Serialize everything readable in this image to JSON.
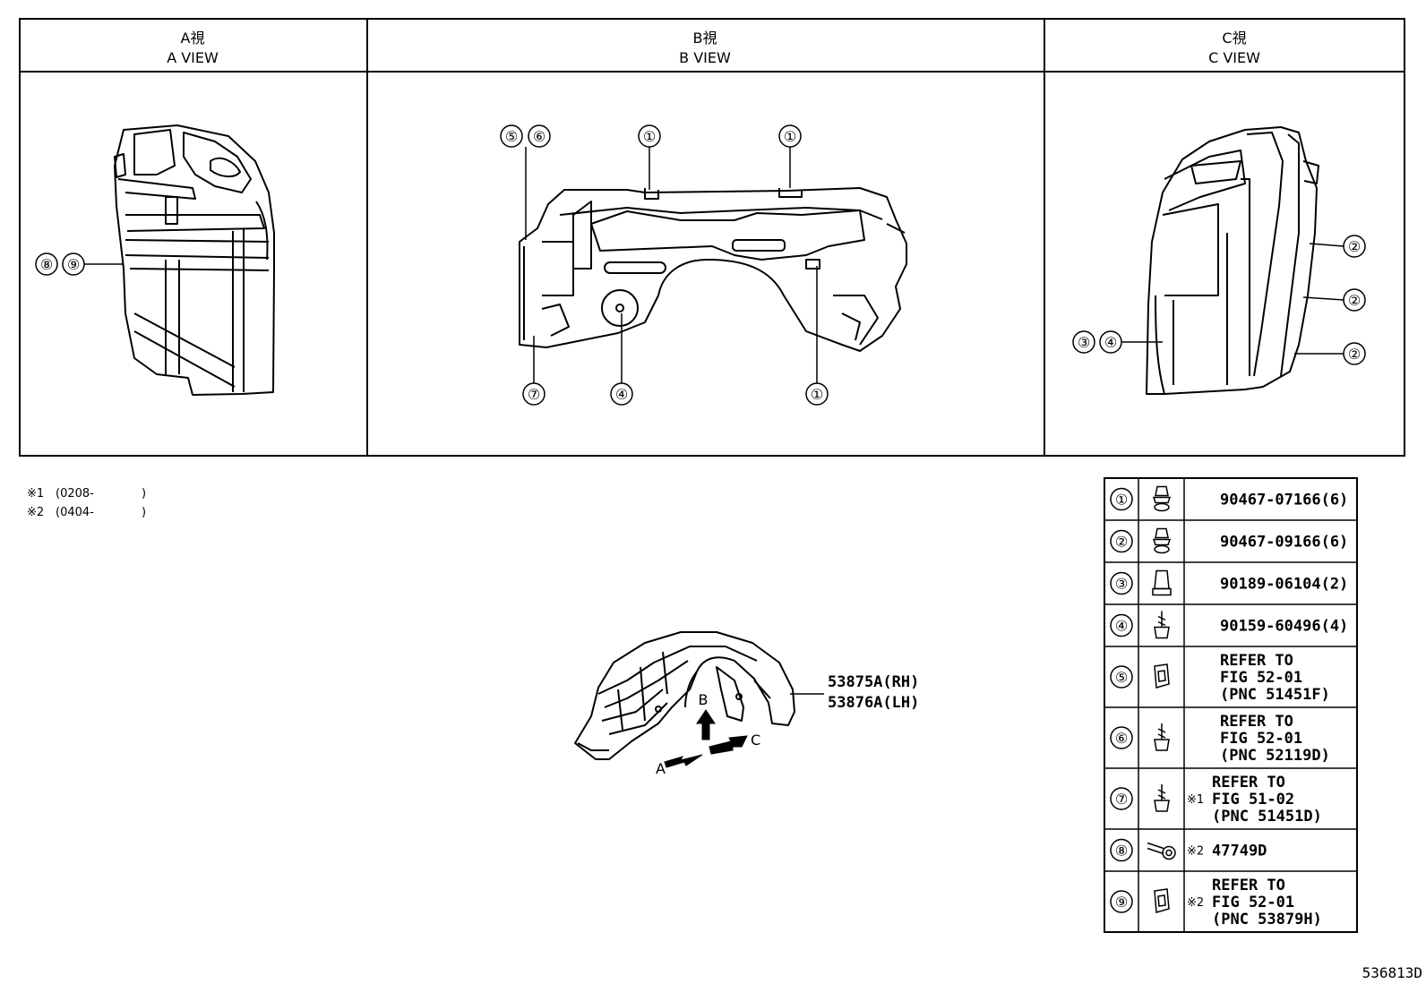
{
  "views": [
    {
      "kanji": "A視",
      "label": "A VIEW"
    },
    {
      "kanji": "B視",
      "label": "B VIEW"
    },
    {
      "kanji": "C視",
      "label": "C VIEW"
    }
  ],
  "callouts": {
    "a_view": [
      "⑧",
      "⑨"
    ],
    "b_view_top": [
      "⑤",
      "⑥",
      "①",
      "①"
    ],
    "b_view_bottom": [
      "⑦",
      "④",
      "①"
    ],
    "c_view_right": [
      "②",
      "②",
      "②"
    ],
    "c_view_left": [
      "③",
      "④"
    ]
  },
  "notes": [
    {
      "mark": "※1",
      "text": "(0208-",
      "close": ")"
    },
    {
      "mark": "※2",
      "text": "(0404-",
      "close": ")"
    }
  ],
  "main_part": {
    "rh": "53875A(RH)",
    "lh": "53876A(LH)",
    "arrows": [
      "A",
      "B",
      "C"
    ]
  },
  "parts_table": [
    {
      "num": "①",
      "icon": "clip-icon",
      "note": "",
      "lines": [
        "90467-07166(6)"
      ]
    },
    {
      "num": "②",
      "icon": "clip-icon",
      "note": "",
      "lines": [
        "90467-09166(6)"
      ]
    },
    {
      "num": "③",
      "icon": "nut-icon",
      "note": "",
      "lines": [
        "90189-06104(2)"
      ]
    },
    {
      "num": "④",
      "icon": "screw-icon",
      "note": "",
      "lines": [
        "90159-60496(4)"
      ]
    },
    {
      "num": "⑤",
      "icon": "clip-nut-icon",
      "note": "",
      "lines": [
        "REFER TO",
        "FIG 52-01",
        "(PNC 51451F)"
      ]
    },
    {
      "num": "⑥",
      "icon": "screw-icon",
      "note": "",
      "lines": [
        "REFER TO",
        "FIG 52-01",
        "(PNC 52119D)"
      ]
    },
    {
      "num": "⑦",
      "icon": "screw-icon",
      "note": "※1",
      "lines": [
        "REFER TO",
        "FIG 51-02",
        "(PNC 51451D)"
      ]
    },
    {
      "num": "⑧",
      "icon": "bolt-icon",
      "note": "※2",
      "lines": [
        "47749D"
      ]
    },
    {
      "num": "⑨",
      "icon": "clip-nut-icon",
      "note": "※2",
      "lines": [
        "REFER TO",
        "FIG 52-01",
        "(PNC 53879H)"
      ]
    }
  ],
  "figure_code": "536813D"
}
